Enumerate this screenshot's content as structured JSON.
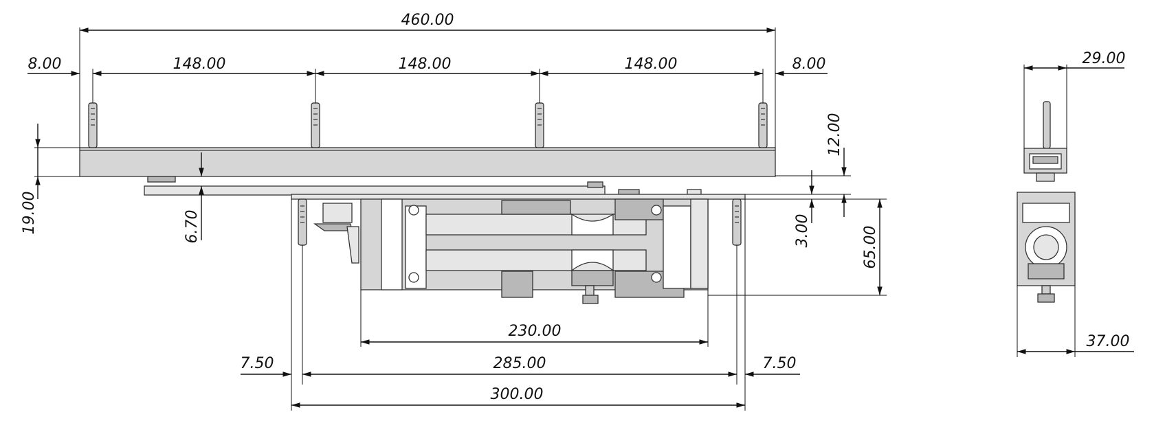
{
  "drawing": {
    "dimensions": {
      "overall_width": "460.00",
      "left_edge_offset": "8.00",
      "pin_spacing_1": "148.00",
      "pin_spacing_2": "148.00",
      "pin_spacing_3": "148.00",
      "right_edge_offset": "8.00",
      "plate_thickness": "12.00",
      "overall_height_left": "19.00",
      "arm_gap": "6.70",
      "closer_gap": "3.00",
      "closer_height": "65.00",
      "body_length": "230.00",
      "mount_spacing": "285.00",
      "closer_length": "300.00",
      "left_inset": "7.50",
      "right_inset": "7.50",
      "side_width_top": "29.00",
      "side_width_bottom": "37.00"
    }
  },
  "colors": {
    "line": "#111111",
    "part_fill": "#d6d6d6",
    "part_light": "#e6e6e6",
    "part_dark": "#b8b8b8"
  }
}
